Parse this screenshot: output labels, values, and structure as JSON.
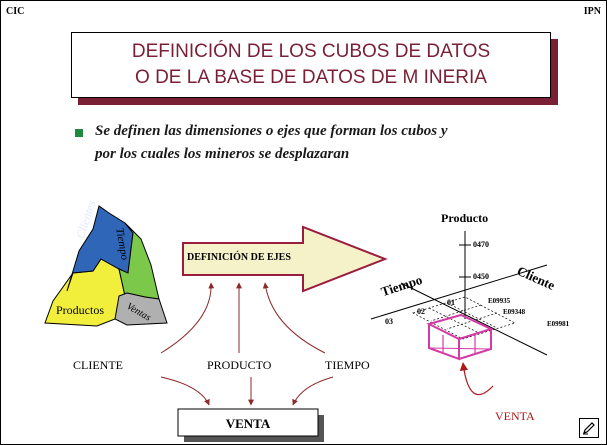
{
  "header": {
    "left": "CIC",
    "right": "IPN"
  },
  "title": {
    "line1": "DEFINICIÓN DE LOS CUBOS DE DATOS",
    "line2": "O DE LA BASE DE DATOS DE M INERIA"
  },
  "bullet": {
    "line1": "Se definen las dimensiones o ejes que forman los cubos y",
    "line2": "por los cuales los mineros se desplazaran"
  },
  "mountain": {
    "segments": [
      "Clientes",
      "Tiempo",
      "Productos",
      "Ventas"
    ],
    "colors": {
      "clientes": "#2f66b8",
      "tiempo": "#7cc84a",
      "productos": "#f2ef3c",
      "ventas": "#b0b0b0"
    }
  },
  "arrow_label": "DEFINICIÓN  DE  EJES",
  "dimensions": [
    "CLIENTE",
    "PRODUCTO",
    "TIEMPO"
  ],
  "venta_box": "VENTA",
  "cube": {
    "axis_producto": "Producto",
    "axis_tiempo": "Tiempo",
    "axis_cliente": "Cliente",
    "producto_ticks": [
      "0470",
      "0450"
    ],
    "tiempo_ticks": [
      "01",
      "02",
      "03"
    ],
    "cliente_ticks": [
      "E09935",
      "E09348",
      "E09981"
    ],
    "venta_label": "VENTA"
  },
  "colors": {
    "title_text": "#7a1f35",
    "bullet": "#1d8a3d",
    "arrow_fill": "#f5f1c8",
    "arrow_stroke": "#9b1c3c",
    "curve_arrows": "#8c2a2a",
    "cube_highlight": "#d43aa5",
    "venta_pointer": "#b01717"
  }
}
